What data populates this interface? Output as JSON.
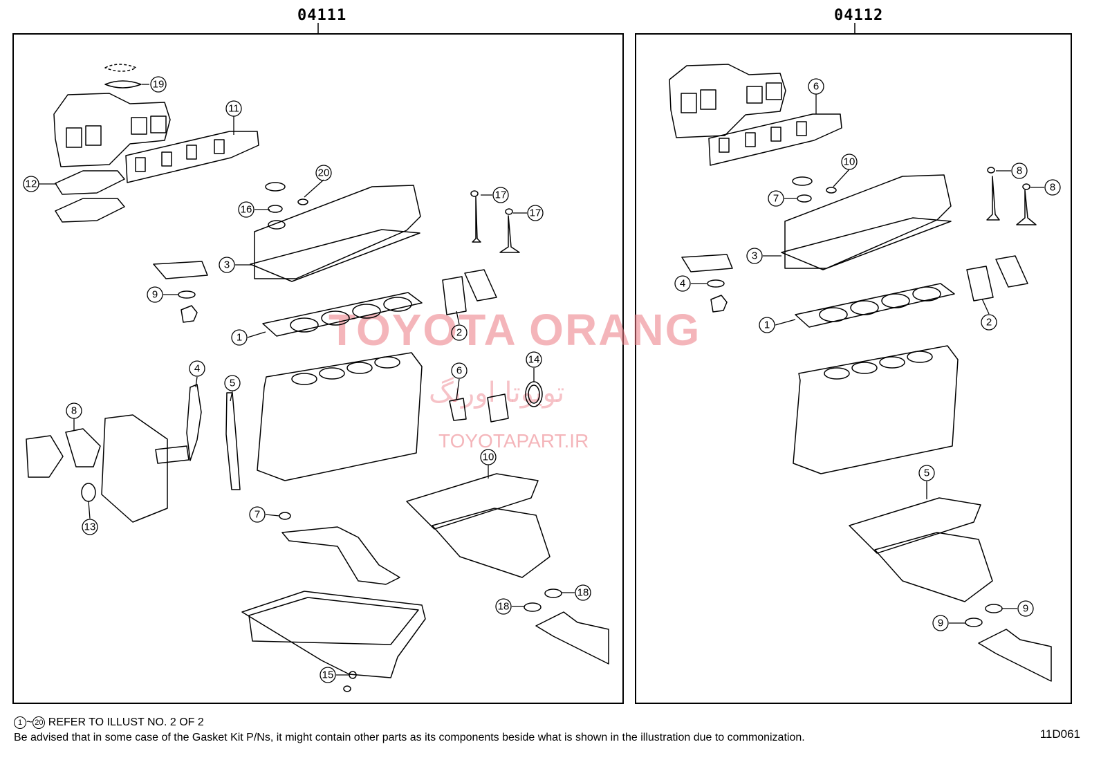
{
  "kits": [
    {
      "label": "04111"
    },
    {
      "label": "04112"
    }
  ],
  "callouts_left": [
    "19",
    "11",
    "12",
    "20",
    "16",
    "17",
    "17",
    "3",
    "9",
    "1",
    "2",
    "4",
    "5",
    "6",
    "14",
    "8",
    "10",
    "7",
    "13",
    "18",
    "18",
    "15"
  ],
  "callouts_right": [
    "6",
    "10",
    "7",
    "8",
    "8",
    "3",
    "4",
    "1",
    "2",
    "5",
    "9",
    "9"
  ],
  "watermark": {
    "brand": "TOYOTA ORANG",
    "persian": "تویوتا اورنگ",
    "url": "TOYOTAPART.IR"
  },
  "footer": {
    "range_start": "1",
    "range_end": "20",
    "ref_text": "REFER TO ILLUST NO. 2 OF 2",
    "note": "Be advised that in some case of the Gasket Kit P/Ns,  it might contain other parts as its components beside what is shown in the illustration due to commonization.",
    "code": "11D061"
  }
}
